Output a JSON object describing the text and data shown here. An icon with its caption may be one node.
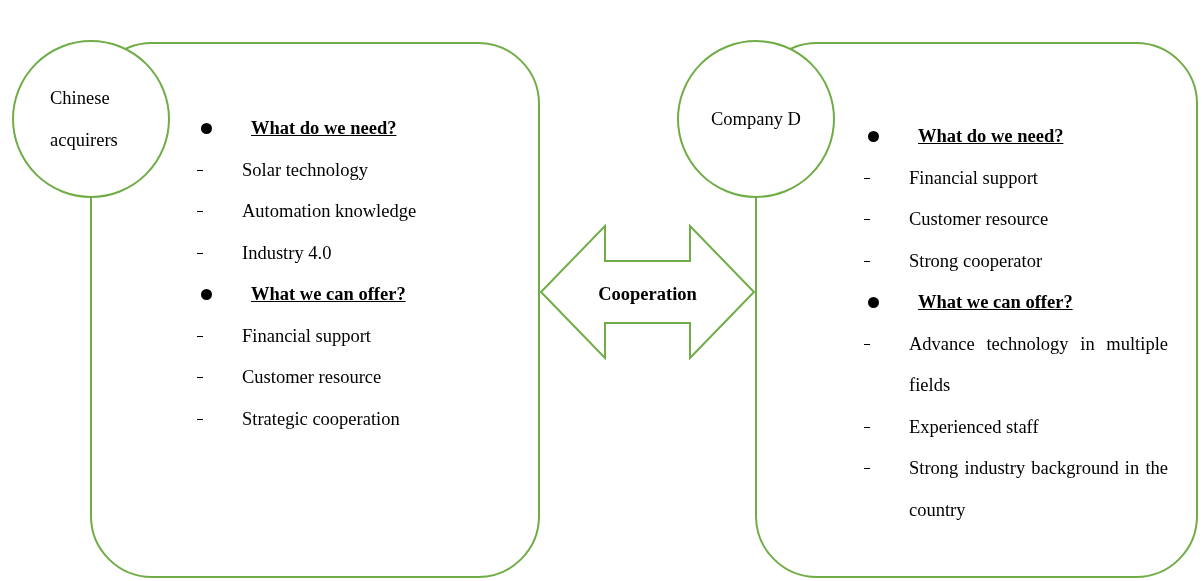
{
  "diagram": {
    "nodes": [
      {
        "text": [
          "Chinese acquirers"
        ]
      },
      {
        "text": [
          "What do we need?",
          "Solar technology",
          "Automation knowledge",
          "Industry 4.0",
          "What we can offer?",
          "Financial support",
          "Customer resource",
          "Strategic cooperation"
        ]
      },
      {
        "text": [
          "Company D"
        ]
      },
      {
        "text": [
          "What do we need?",
          "Financial support",
          "Customer resource",
          "Strong cooperator",
          "What we can offer?",
          "Advance technology in multiple fields",
          "Experienced staff",
          "Strong industry background in the country"
        ]
      }
    ],
    "edges": [
      {
        "from": 1,
        "to": 3,
        "arrow": "both",
        "label": "Cooperation"
      }
    ]
  }
}
